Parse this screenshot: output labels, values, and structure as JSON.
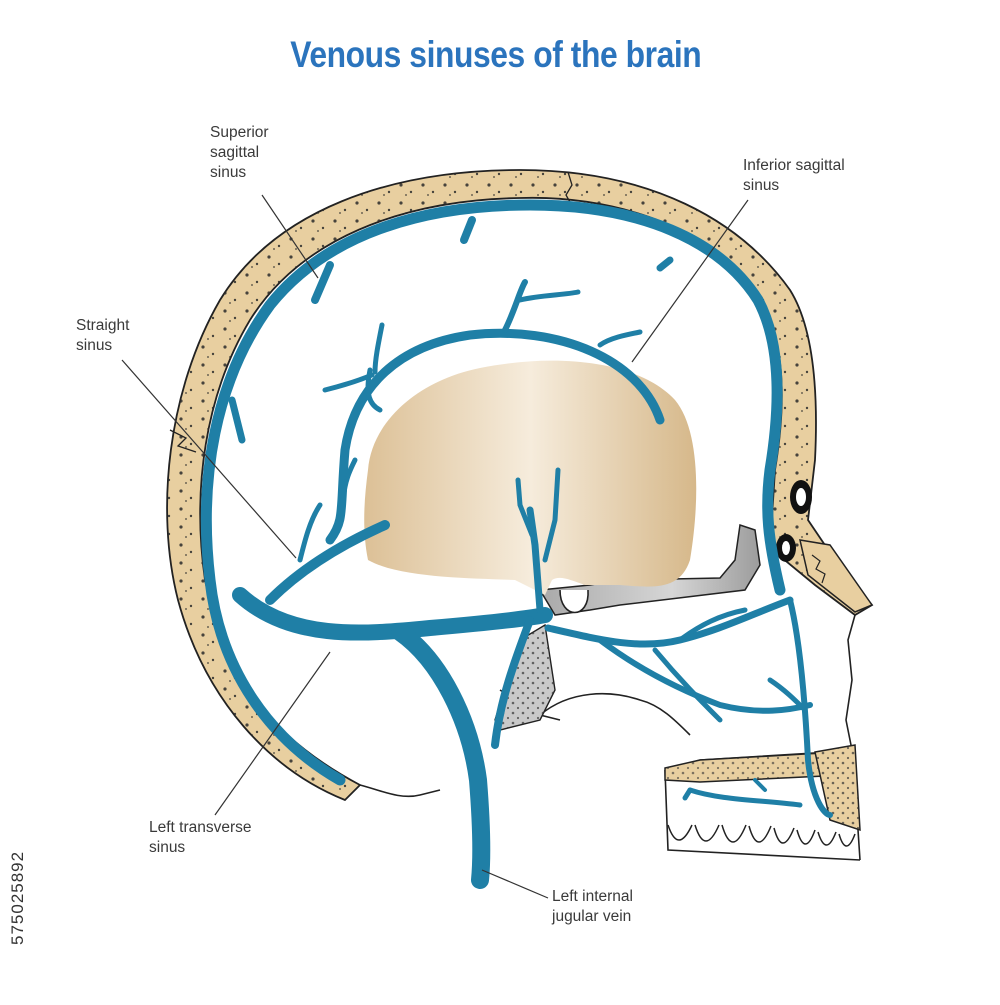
{
  "title": "Venous sinuses of the brain",
  "labels": {
    "superior_sagittal_sinus": "Superior\nsagittal\nsinus",
    "inferior_sagittal_sinus": "Inferior sagittal\nsinus",
    "straight_sinus": "Straight\nsinus",
    "left_transverse_sinus": "Left transverse\nsinus",
    "left_internal_jugular_vein": "Left internal\njugular vein"
  },
  "stock_id": "575025892",
  "colors": {
    "title": "#2b74bd",
    "vein": "#1f7fa6",
    "bone": "#e8cfa0",
    "brain_light": "#f5ebd8",
    "brain_dark": "#d9bb8e",
    "sphenoid": "#b3b3b3",
    "outline": "#222222",
    "leader": "#333333"
  }
}
